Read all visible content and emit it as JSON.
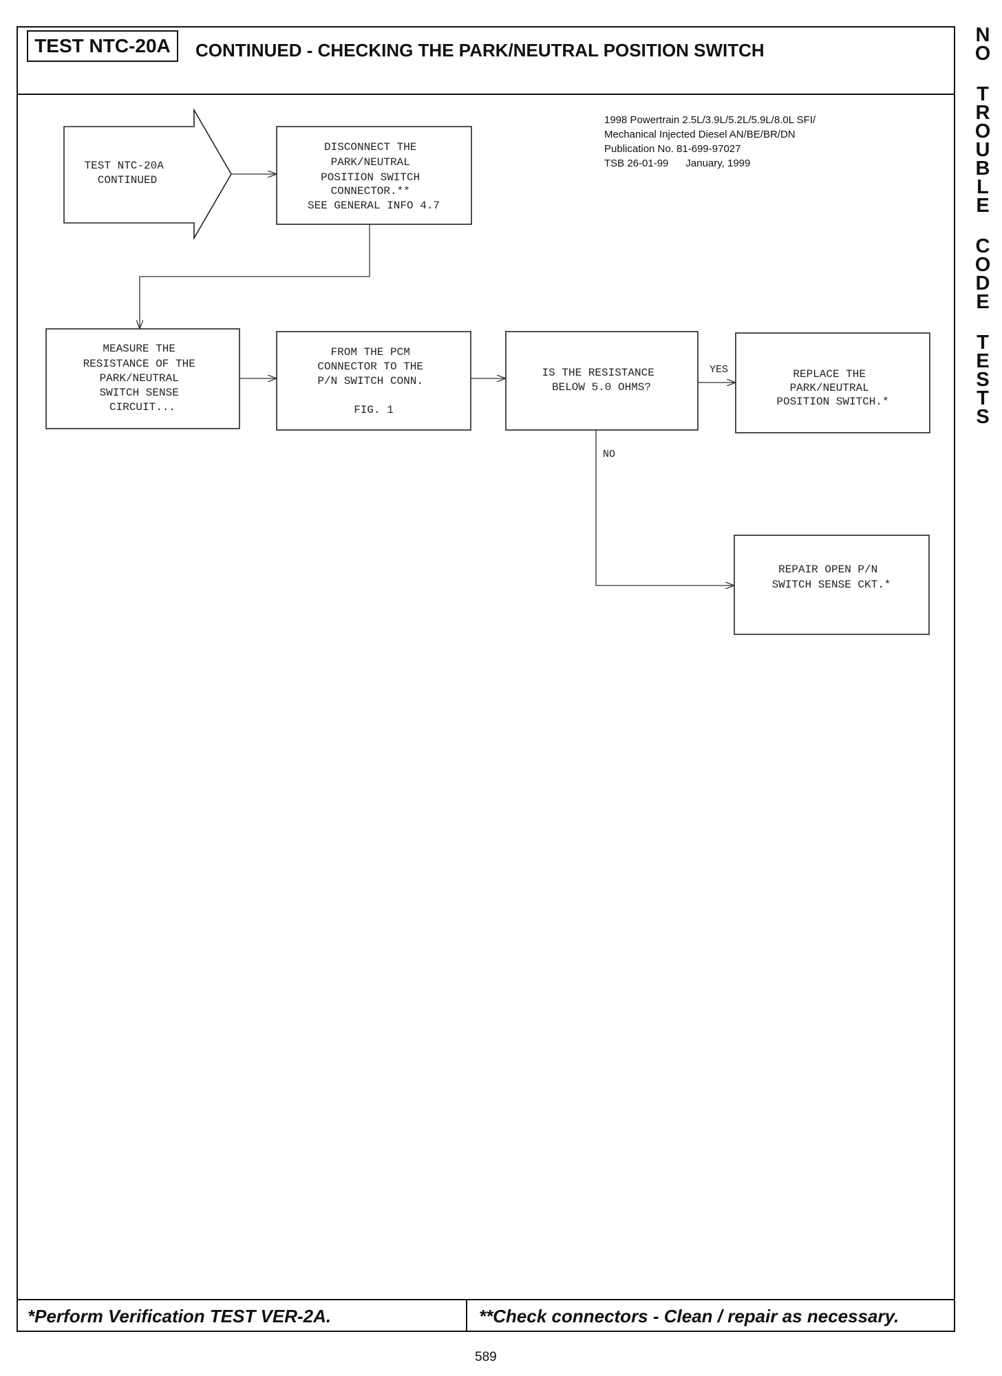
{
  "header": {
    "test_id": "TEST NTC-20A",
    "title": "CONTINUED - CHECKING THE PARK/NEUTRAL POSITION SWITCH"
  },
  "side_tab": {
    "words": [
      "NO",
      "TROUBLE",
      "CODE",
      "TESTS"
    ]
  },
  "publication_info": {
    "line1": "1998 Powertrain 2.5L/3.9L/5.2L/5.9L/8.0L SFI/",
    "line2": "Mechanical Injected Diesel AN/BE/BR/DN",
    "line3": "Publication No. 81-699-97027",
    "line4": "TSB 26-01-99      January, 1999"
  },
  "flowchart": {
    "start_arrow": [
      "TEST NTC-20A",
      "CONTINUED"
    ],
    "disconnect_box": [
      "DISCONNECT THE",
      "PARK/NEUTRAL",
      "POSITION SWITCH",
      "CONNECTOR.**",
      "SEE GENERAL INFO 4.7"
    ],
    "measure_box": [
      "MEASURE THE",
      "RESISTANCE OF THE",
      "PARK/NEUTRAL",
      "SWITCH SENSE",
      "CIRCUIT..."
    ],
    "from_pcm_box": [
      "FROM THE PCM",
      "CONNECTOR TO THE",
      "P/N SWITCH CONN.",
      "",
      "FIG. 1"
    ],
    "question_box": [
      "IS THE RESISTANCE",
      "BELOW 5.0 OHMS?"
    ],
    "replace_box": [
      "REPLACE THE",
      "PARK/NEUTRAL",
      "POSITION SWITCH.*"
    ],
    "repair_box": [
      "REPAIR OPEN P/N",
      "SWITCH SENSE CKT.*"
    ],
    "yes_label": "YES",
    "no_label": "NO"
  },
  "footer": {
    "left": "*Perform Verification TEST VER-2A.",
    "right": "**Check connectors - Clean / repair as necessary."
  },
  "page_number": "589"
}
